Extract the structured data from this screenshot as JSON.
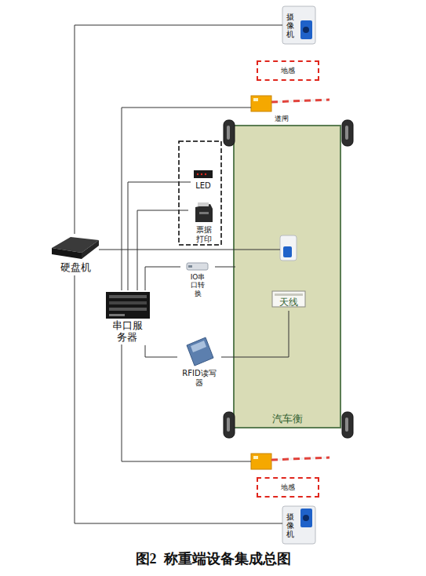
{
  "diagram": {
    "caption": "图2  称重端设备集成总图",
    "nodes": [
      {
        "text": [
          "摄像机"
        ]
      },
      {
        "text": [
          "地感"
        ]
      },
      {
        "text": [
          "道闸"
        ]
      },
      {
        "text": [
          "LED"
        ]
      },
      {
        "text": [
          "票据打印"
        ]
      },
      {
        "text": [
          "硬盘机"
        ]
      },
      {
        "text": [
          "IO串口转换"
        ]
      },
      {
        "text": [
          "串口服务器"
        ]
      },
      {
        "text": [
          "汽车衡"
        ]
      },
      {
        "text": [
          "天线"
        ],
        "in": 8
      },
      {
        "text": [
          "RFID读写器"
        ]
      },
      {
        "text": [
          "地感"
        ]
      },
      {
        "text": [
          "摄像机"
        ]
      }
    ],
    "edges": [
      {
        "from": 5,
        "to": 0,
        "arrow": "none"
      },
      {
        "from": 5,
        "to": 12,
        "arrow": "none"
      },
      {
        "from": 7,
        "to": 2,
        "arrow": "none"
      },
      {
        "from": 7,
        "to": 3,
        "arrow": "none"
      },
      {
        "from": 7,
        "to": 4,
        "arrow": "none"
      },
      {
        "from": 7,
        "to": 6,
        "arrow": "none"
      },
      {
        "from": 7,
        "to": 10,
        "arrow": "none"
      },
      {
        "from": 10,
        "to": 9,
        "arrow": "none"
      }
    ]
  }
}
